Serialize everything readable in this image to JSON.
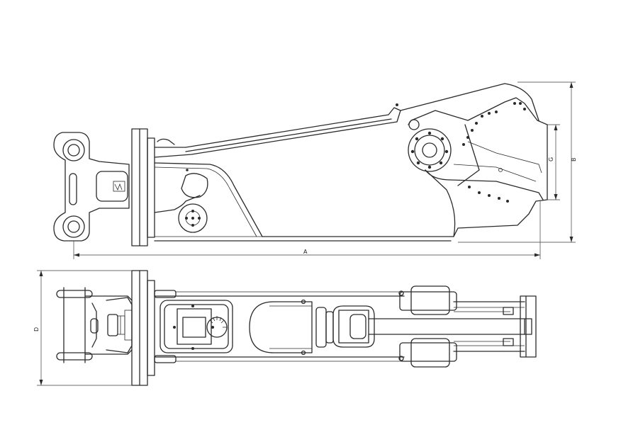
{
  "drawing": {
    "side_view": {
      "dimension_labels": {
        "length": "A",
        "height_overall": "B",
        "height_jaw": "G"
      }
    },
    "top_view": {
      "dimension_labels": {
        "width": "D"
      }
    },
    "colors": {
      "line": "#2a2a2a",
      "background": "#ffffff"
    }
  }
}
